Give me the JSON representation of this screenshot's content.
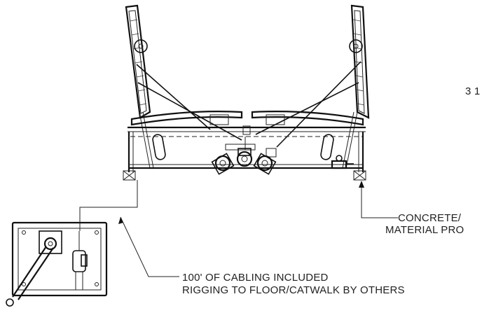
{
  "labels": {
    "dimension_partial": "3 1",
    "callout_right_line1": "CONCRETE/",
    "callout_right_line2": "MATERIAL PRO",
    "callout_bottom_line1": "100' OF CABLING INCLUDED",
    "callout_bottom_line2": "RIGGING TO FLOOR/CATWALK BY OTHERS"
  },
  "colors": {
    "line": "#111111",
    "text": "#222222",
    "background": "#ffffff"
  },
  "icons": [
    "hand-crank-winch-icon",
    "pulley-icon",
    "leader-arrow-icon"
  ]
}
